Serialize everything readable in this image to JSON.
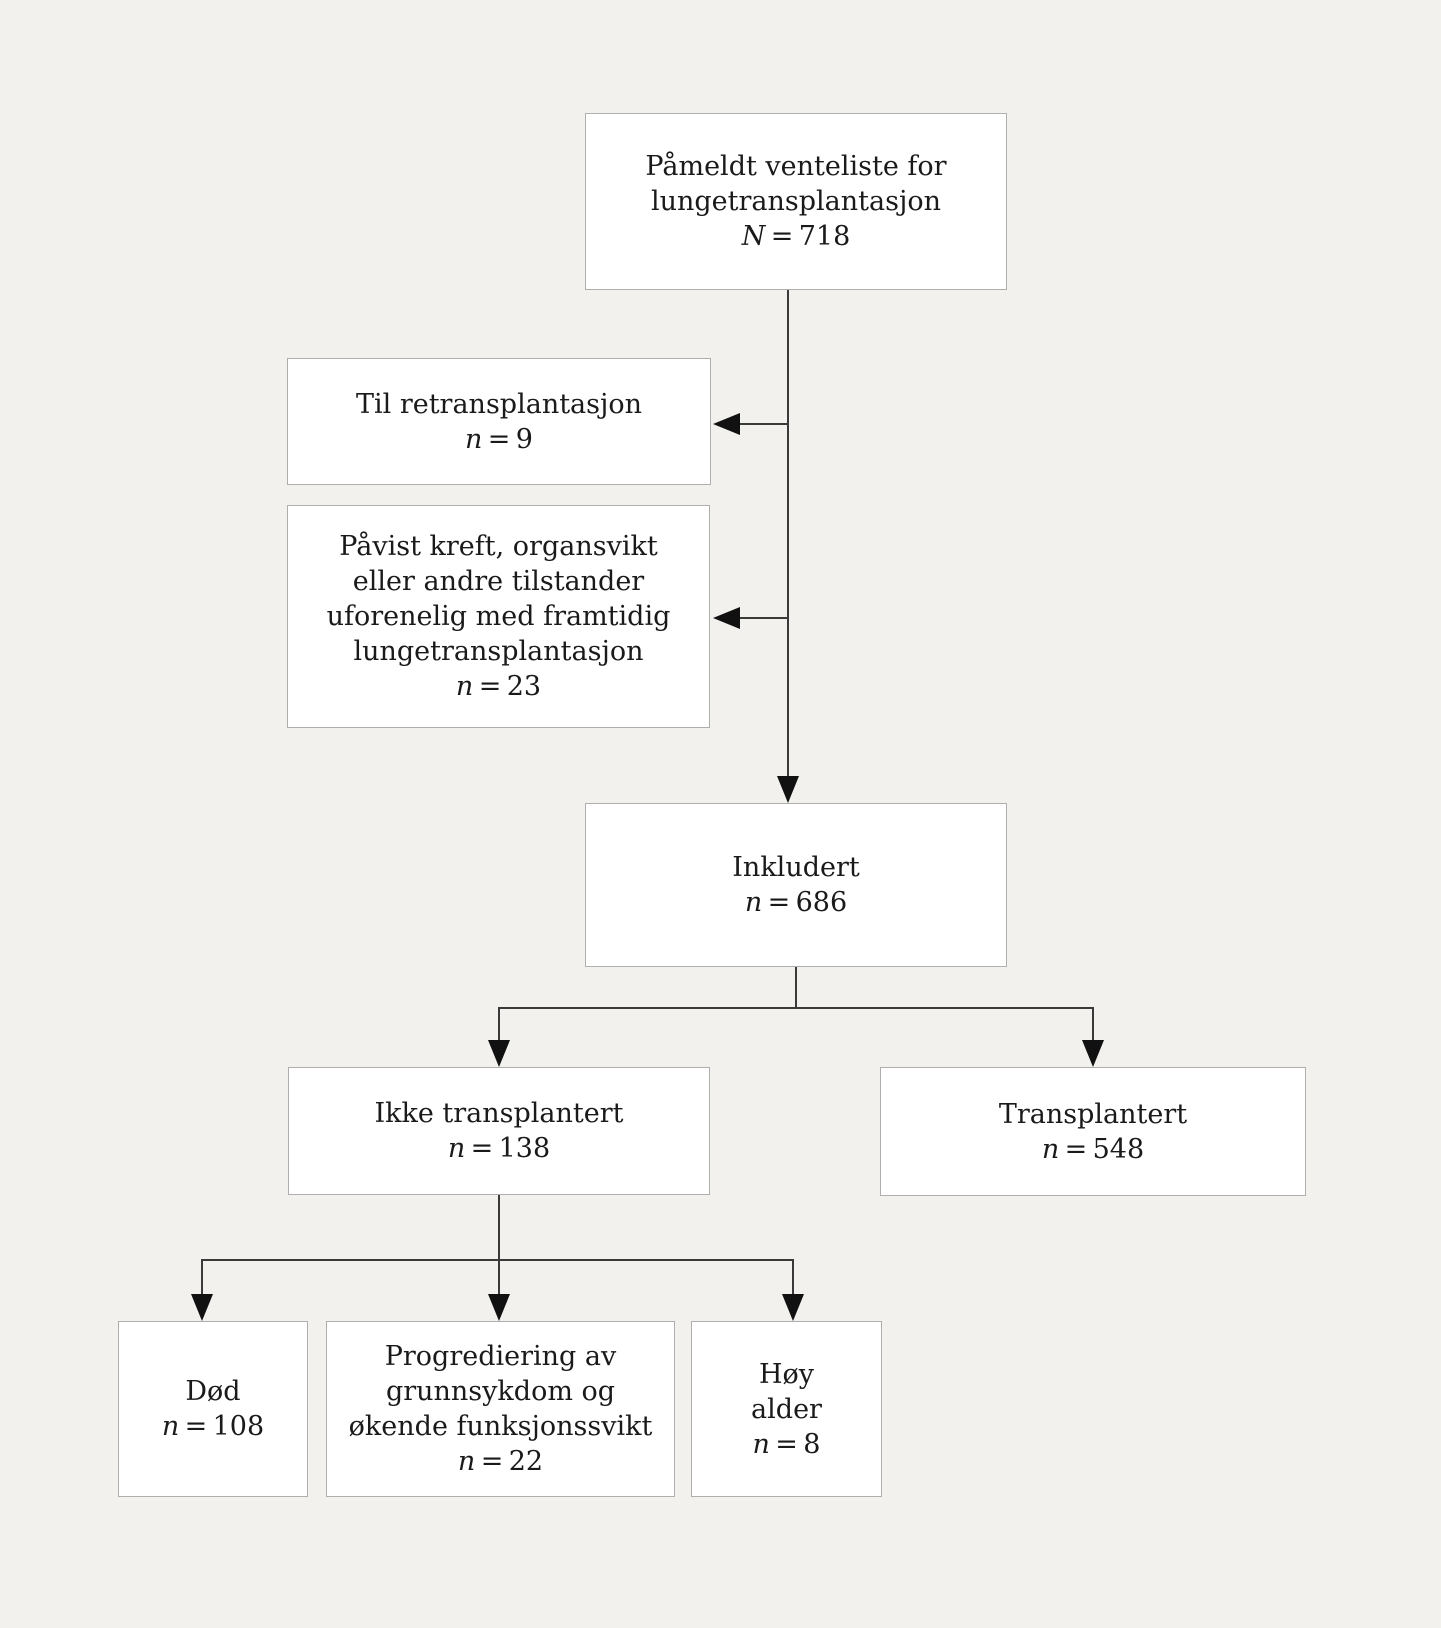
{
  "figure": {
    "type": "flowchart",
    "language": "Norwegian",
    "topic": "Venteliste for lungetransplantasjon"
  },
  "colors": {
    "background": "#f2f1ee",
    "node_fill": "#ffffff",
    "node_border": "#b0aeac",
    "connector_line": "#3a3a3a",
    "arrowhead": "#111111",
    "text": "#1a1a1a"
  },
  "nodes": {
    "waitlist": {
      "label": "Påmeldt venteliste for\nlungetransplantasjon",
      "n_symbol": "N",
      "n_rest": " = 718"
    },
    "retransplant": {
      "label": "Til retransplantasjon",
      "n_symbol": "n",
      "n_rest": " = 9"
    },
    "excluded": {
      "label": "Påvist kreft, organsvikt\neller andre tilstander\nuforenelig med framtidig\nlungetransplantasjon",
      "n_symbol": "n",
      "n_rest": " = 23"
    },
    "included": {
      "label": "Inkludert",
      "n_symbol": "n",
      "n_rest": " = 686"
    },
    "not_transplanted": {
      "label": "Ikke transplantert",
      "n_symbol": "n",
      "n_rest": " = 138"
    },
    "transplanted": {
      "label": "Transplantert",
      "n_symbol": "n",
      "n_rest": " = 548"
    },
    "dead": {
      "label": "Død",
      "n_symbol": "n",
      "n_rest": " = 108"
    },
    "progression": {
      "label": "Progrediering av\ngrunnsykdom og\nøkende funksjonssvikt",
      "n_symbol": "n",
      "n_rest": " = 22"
    },
    "high_age": {
      "label": "Høy\nalder",
      "n_symbol": "n",
      "n_rest": " = 8"
    }
  }
}
